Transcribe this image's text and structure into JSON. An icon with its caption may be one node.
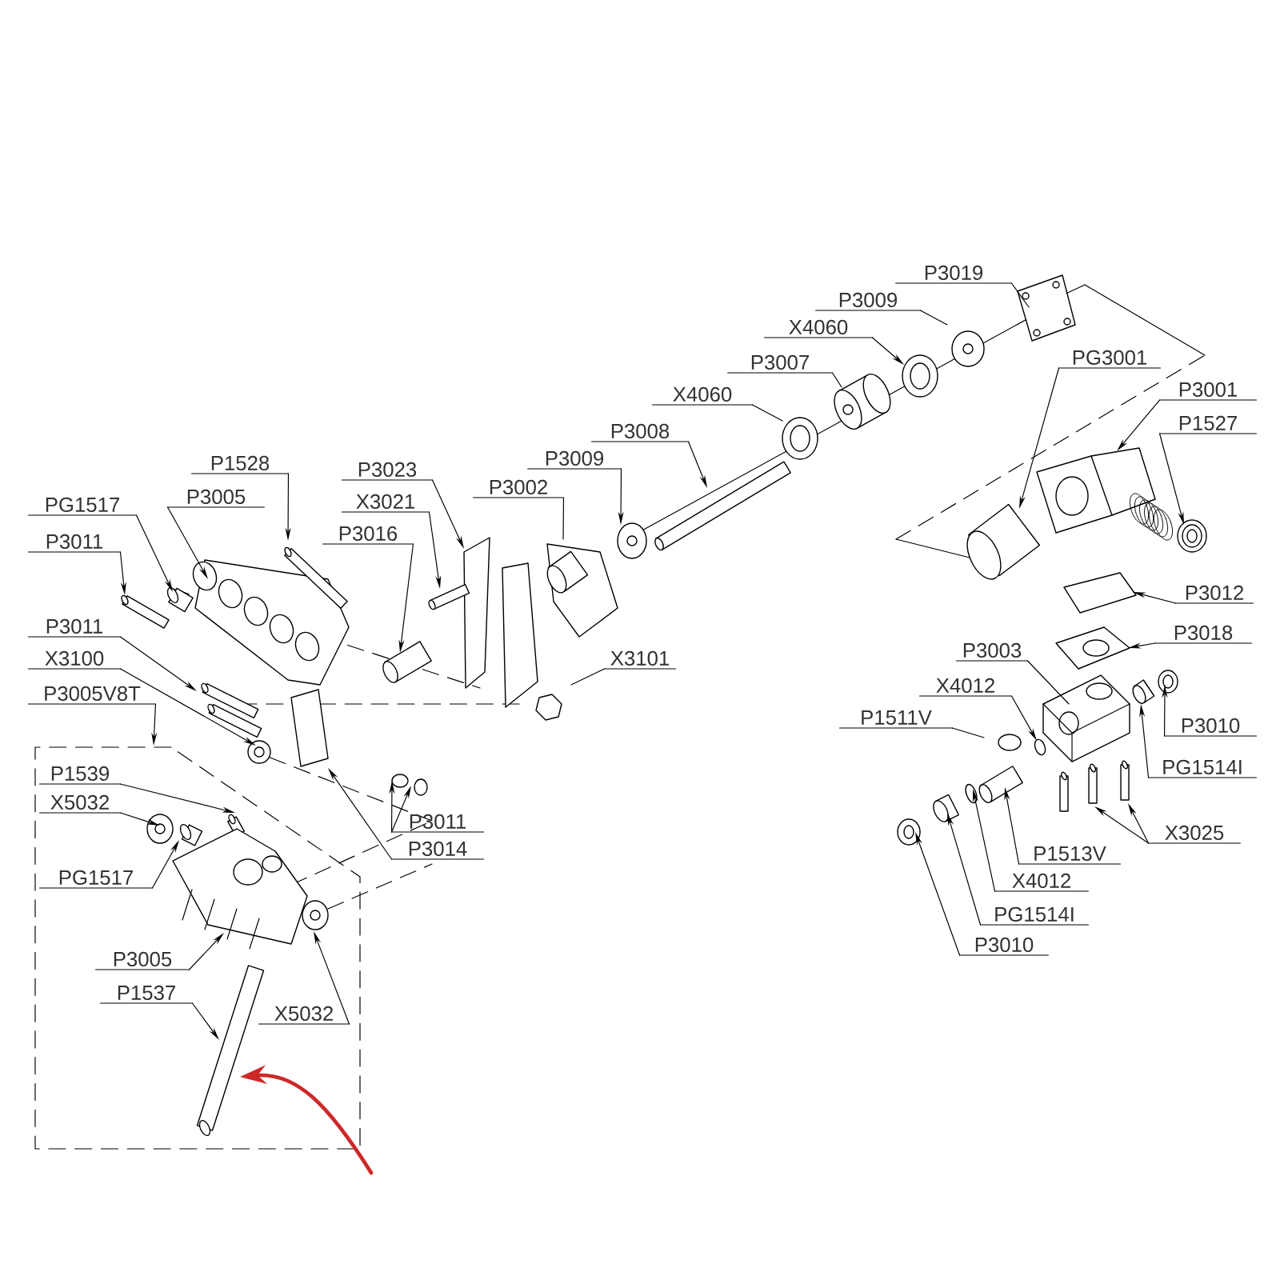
{
  "diagram": {
    "nodes": [
      {
        "text": [
          "P3019"
        ]
      },
      {
        "text": [
          "P3009"
        ]
      },
      {
        "text": [
          "X4060"
        ]
      },
      {
        "text": [
          "P3007"
        ]
      },
      {
        "text": [
          "X4060"
        ]
      },
      {
        "text": [
          "P3008"
        ]
      },
      {
        "text": [
          "P3009"
        ]
      },
      {
        "text": [
          "P3002"
        ]
      },
      {
        "text": [
          "P3023"
        ]
      },
      {
        "text": [
          "X3021"
        ]
      },
      {
        "text": [
          "P3016"
        ]
      },
      {
        "text": [
          "P1528"
        ]
      },
      {
        "text": [
          "P3005"
        ]
      },
      {
        "text": [
          "PG1517"
        ]
      },
      {
        "text": [
          "P3011"
        ]
      },
      {
        "text": [
          "P3011"
        ]
      },
      {
        "text": [
          "X3100"
        ]
      },
      {
        "text": [
          "P3005V8T"
        ]
      },
      {
        "text": [
          "P1539"
        ]
      },
      {
        "text": [
          "X5032"
        ]
      },
      {
        "text": [
          "PG1517"
        ]
      },
      {
        "text": [
          "P3005"
        ]
      },
      {
        "text": [
          "P1537"
        ]
      },
      {
        "text": [
          "X5032"
        ]
      },
      {
        "text": [
          "P3011"
        ]
      },
      {
        "text": [
          "P3014"
        ]
      },
      {
        "text": [
          "X3101"
        ]
      },
      {
        "text": [
          "PG3001"
        ]
      },
      {
        "text": [
          "P3001"
        ]
      },
      {
        "text": [
          "P1527"
        ]
      },
      {
        "text": [
          "P3012"
        ]
      },
      {
        "text": [
          "P3018"
        ]
      },
      {
        "text": [
          "P3003"
        ]
      },
      {
        "text": [
          "X4012"
        ]
      },
      {
        "text": [
          "P1511V"
        ]
      },
      {
        "text": [
          "P3010"
        ]
      },
      {
        "text": [
          "PG1514I"
        ]
      },
      {
        "text": [
          "X3025"
        ]
      },
      {
        "text": [
          "P1513V"
        ]
      },
      {
        "text": [
          "X4012"
        ]
      },
      {
        "text": [
          "PG1514I"
        ]
      },
      {
        "text": [
          "P3010"
        ]
      }
    ],
    "edges": [
      {
        "from": 0,
        "to": null,
        "arrow": "none"
      },
      {
        "from": 1,
        "to": null,
        "arrow": "none"
      },
      {
        "from": 2,
        "to": null,
        "arrow": "to"
      },
      {
        "from": 3,
        "to": null,
        "arrow": "none"
      },
      {
        "from": 4,
        "to": null,
        "arrow": "none"
      },
      {
        "from": 5,
        "to": null,
        "arrow": "to"
      },
      {
        "from": 6,
        "to": null,
        "arrow": "to"
      },
      {
        "from": 7,
        "to": null,
        "arrow": "none"
      },
      {
        "from": 8,
        "to": null,
        "arrow": "to"
      },
      {
        "from": 9,
        "to": null,
        "arrow": "to"
      },
      {
        "from": 10,
        "to": null,
        "arrow": "to"
      },
      {
        "from": 11,
        "to": null,
        "arrow": "to"
      },
      {
        "from": 12,
        "to": null,
        "arrow": "to"
      },
      {
        "from": 13,
        "to": null,
        "arrow": "to"
      },
      {
        "from": 14,
        "to": null,
        "arrow": "to"
      },
      {
        "from": 15,
        "to": null,
        "arrow": "to"
      },
      {
        "from": 16,
        "to": null,
        "arrow": "to"
      },
      {
        "from": 17,
        "to": null,
        "arrow": "to"
      },
      {
        "from": 18,
        "to": null,
        "arrow": "to"
      },
      {
        "from": 19,
        "to": null,
        "arrow": "to"
      },
      {
        "from": 20,
        "to": null,
        "arrow": "to"
      },
      {
        "from": 21,
        "to": null,
        "arrow": "to"
      },
      {
        "from": 22,
        "to": null,
        "arrow": "to"
      },
      {
        "from": 23,
        "to": null,
        "arrow": "to"
      },
      {
        "from": 24,
        "to": null,
        "arrow": "to"
      },
      {
        "from": 24,
        "to": null,
        "arrow": "to"
      },
      {
        "from": 25,
        "to": null,
        "arrow": "to"
      },
      {
        "from": 26,
        "to": null,
        "arrow": "none"
      },
      {
        "from": 27,
        "to": null,
        "arrow": "to"
      },
      {
        "from": 28,
        "to": null,
        "arrow": "to"
      },
      {
        "from": 29,
        "to": null,
        "arrow": "to"
      },
      {
        "from": 30,
        "to": null,
        "arrow": "to"
      },
      {
        "from": 31,
        "to": null,
        "arrow": "to"
      },
      {
        "from": 32,
        "to": null,
        "arrow": "none"
      },
      {
        "from": 33,
        "to": null,
        "arrow": "to"
      },
      {
        "from": 34,
        "to": null,
        "arrow": "none"
      },
      {
        "from": 35,
        "to": null,
        "arrow": "to"
      },
      {
        "from": 36,
        "to": null,
        "arrow": "to"
      },
      {
        "from": 37,
        "to": null,
        "arrow": "to"
      },
      {
        "from": 37,
        "to": null,
        "arrow": "to"
      },
      {
        "from": 38,
        "to": null,
        "arrow": "to"
      },
      {
        "from": 39,
        "to": null,
        "arrow": "to"
      },
      {
        "from": 40,
        "to": null,
        "arrow": "to"
      },
      {
        "from": 41,
        "to": null,
        "arrow": "to"
      }
    ]
  }
}
